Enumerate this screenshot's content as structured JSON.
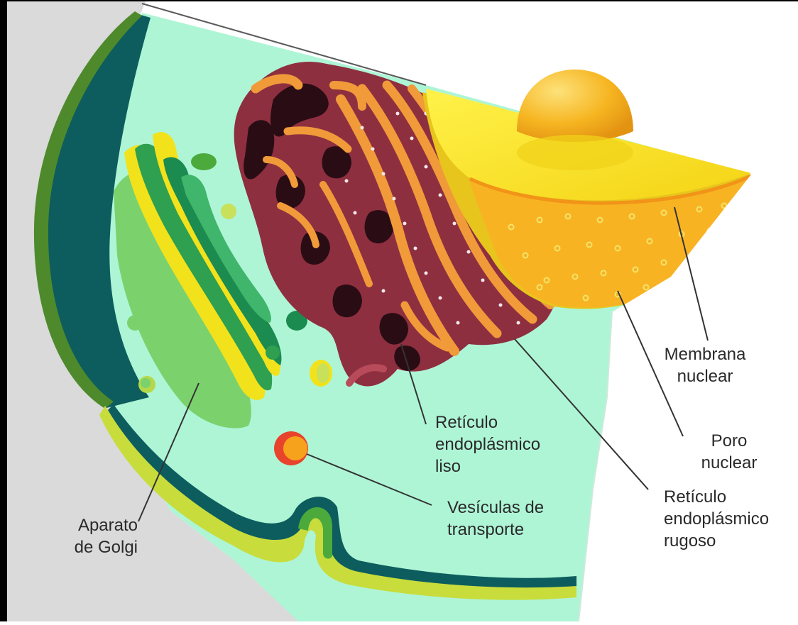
{
  "labels": {
    "golgi": [
      "Aparato",
      "de Golgi"
    ],
    "smooth_er": [
      "Retículo",
      "endoplásmico",
      "liso"
    ],
    "vesicles": [
      "Vesículas de",
      "transporte"
    ],
    "rough_er": [
      "Retículo",
      "endoplásmico",
      "rugoso"
    ],
    "nuclear_pore": [
      "Poro",
      "nuclear"
    ],
    "nuclear_membrane": [
      "Membrana",
      "nuclear"
    ]
  },
  "colors": {
    "background_grey": "#d9dad9",
    "cytoplasm": "#aef5d6",
    "membrane_dark": "#0d5d5e",
    "membrane_light": "#c8dc3c",
    "golgi_green": "#4caa3c",
    "golgi_yellow": "#f2e21c",
    "er_rough": "#8e2f40",
    "er_orange": "#f19a3a",
    "nucleus_yellow": "#f6e417",
    "nucleus_orange": "#f8b323",
    "nucleolus": "#f4ab1f",
    "vesicle_red": "#e8432c"
  }
}
